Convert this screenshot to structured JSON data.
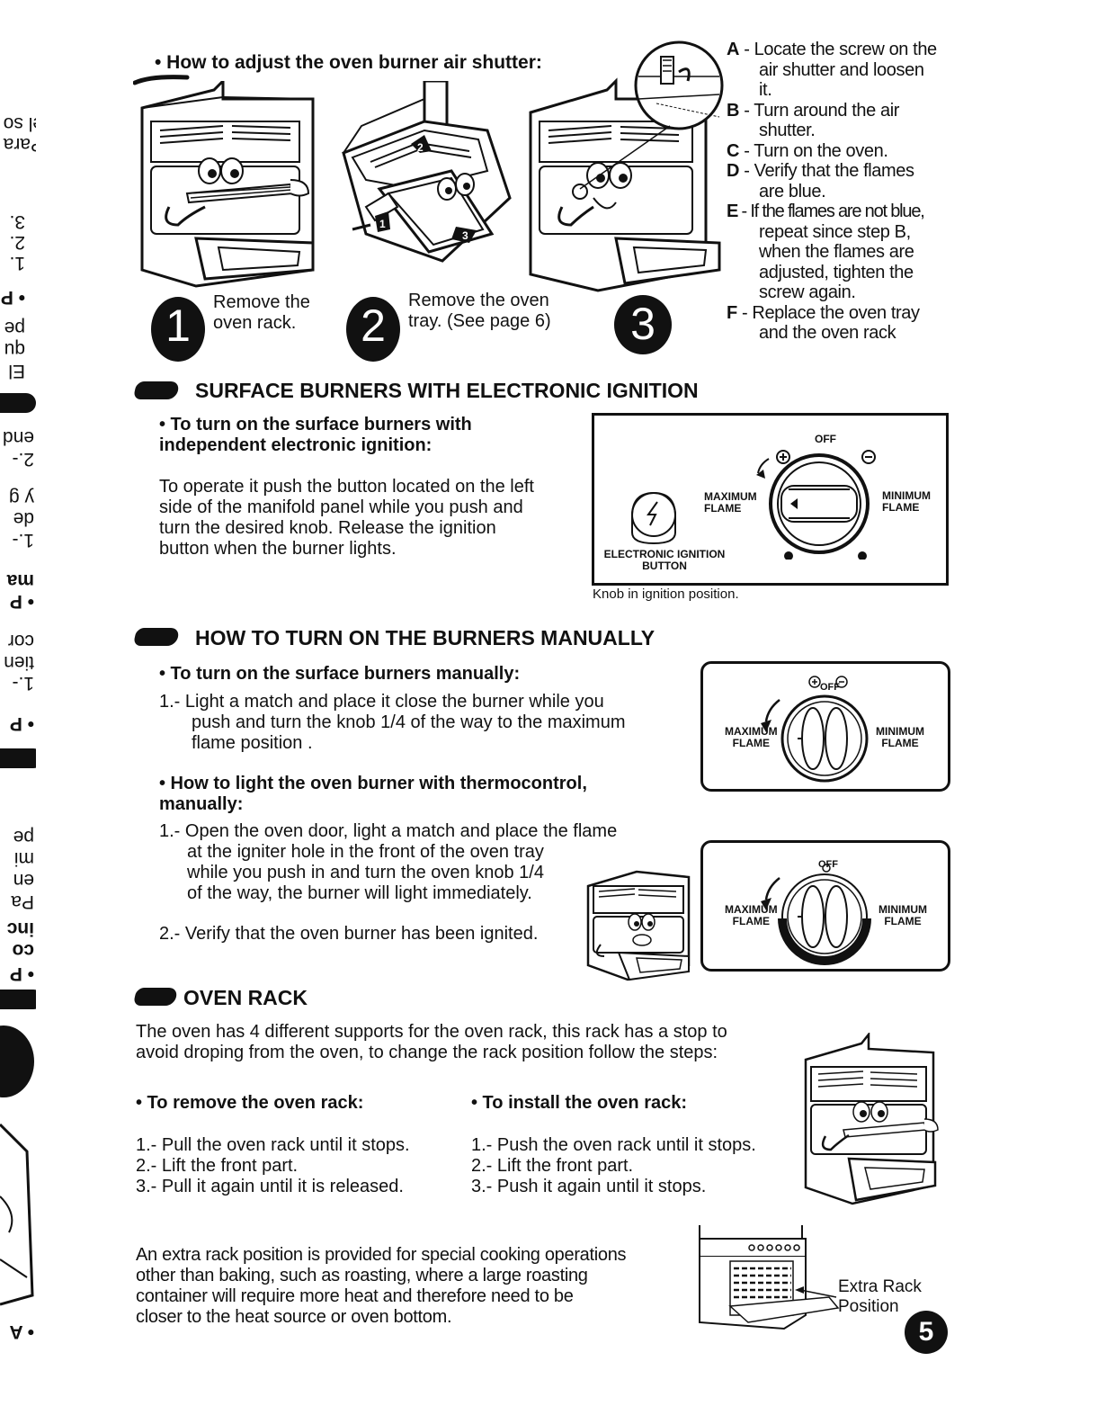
{
  "air_shutter": {
    "heading": "• How to adjust the oven burner air shutter:",
    "steps": [
      {
        "num": "1",
        "text_line1": "Remove the",
        "text_line2": "oven rack."
      },
      {
        "num": "2",
        "text_line1": "Remove the oven",
        "text_line2": "tray. (See page 6)"
      },
      {
        "num": "3",
        "text_line1": "",
        "text_line2": ""
      }
    ],
    "instructions": [
      {
        "letter": "A",
        "lines": [
          " - Locate the screw on the",
          "air shutter and loosen",
          "it."
        ]
      },
      {
        "letter": "B",
        "lines": [
          " - Turn around the air",
          "shutter."
        ]
      },
      {
        "letter": "C",
        "lines": [
          " - Turn on the oven."
        ]
      },
      {
        "letter": "D",
        "lines": [
          " - Verify that the flames",
          "are blue."
        ]
      },
      {
        "letter": "E",
        "lines": [
          " - If the flames are not blue,",
          "repeat since step B,",
          "when the flames are",
          "adjusted, tighten the",
          "screw again."
        ]
      },
      {
        "letter": "F",
        "lines": [
          " - Replace the oven tray",
          "and the oven rack"
        ]
      }
    ],
    "illustration_marks": [
      "2",
      "1",
      "3"
    ]
  },
  "surface_electronic": {
    "title": "SURFACE BURNERS WITH ELECTRONIC IGNITION",
    "sub_line1": "• To turn on the surface burners with",
    "sub_line2": "independent electronic ignition:",
    "body": [
      "To operate it push the button located on the left",
      "side of the manifold panel while you push and",
      "turn the desired knob. Release the ignition",
      "button when the burner lights."
    ],
    "diagram": {
      "off": "OFF",
      "max_line1": "MAXIMUM",
      "max_line2": "FLAME",
      "min_line1": "MINIMUM",
      "min_line2": "FLAME",
      "btn_line1": "ELECTRONIC IGNITION",
      "btn_line2": "BUTTON"
    },
    "caption": "Knob in ignition position."
  },
  "manual": {
    "title": "HOW TO TURN ON THE BURNERS MANUALLY",
    "sub1": "• To turn on the surface burners manually:",
    "sub1_step_line1": "1.- Light a match and place it close the burner while you",
    "sub1_step_line2": "push and turn the knob 1/4 of the way to the maximum",
    "sub1_step_line3": "flame position .",
    "sub2_line1": "• How to light the oven burner with thermocontrol,",
    "sub2_line2": "manually:",
    "sub2_step1": [
      "1.- Open the oven door, light a match and place the flame",
      "at the igniter hole in the front of the oven tray",
      "while you push in and turn the oven knob 1/4",
      "of the way, the burner will light immediately."
    ],
    "sub2_step2": "2.- Verify that the oven burner has been ignited.",
    "knob1": {
      "off": "OFF",
      "max_line1": "MAXIMUM",
      "max_line2": "FLAME",
      "min_line1": "MINIMUM",
      "min_line2": "FLAME"
    },
    "knob2": {
      "off": "OFF",
      "max_line1": "MAXIMUM",
      "max_line2": "FLAME",
      "min_line1": "MINIMUM",
      "min_line2": "FLAME"
    }
  },
  "oven_rack": {
    "title": "OVEN RACK",
    "intro_line1": "The oven has 4 different supports for the oven rack, this rack has a stop to",
    "intro_line2": "avoid droping from the oven, to change the rack position follow the steps:",
    "remove_title": "• To remove the oven rack:",
    "remove_steps": [
      "1.- Pull the oven rack until it stops.",
      "2.- Lift the front part.",
      "3.- Pull it again until it is released."
    ],
    "install_title": "• To install the oven rack:",
    "install_steps": [
      "1.- Push the oven rack until it stops.",
      "2.- Lift the front part.",
      "3.- Push it again until it stops."
    ],
    "extra": [
      "An extra rack position is provided for special cooking operations",
      "other than baking, such as roasting, where a large roasting",
      "container will require more heat and therefore need to be",
      "closer to the heat source or oven bottom."
    ],
    "extra_label_line1": "Extra Rack",
    "extra_label_line2": "Position"
  },
  "page_number": "5",
  "left_margin_mirror": [
    "el so",
    "Para",
    "3.",
    "2.",
    "1.",
    "• P",
    "pe",
    "qu",
    "El",
    "end",
    "2.-",
    "y g",
    "de",
    "1.-",
    "ma",
    "• P",
    "cor",
    "tien",
    "1.-",
    "• P",
    "pe",
    "mi",
    "en",
    "Pa",
    "inc",
    "co",
    "• P",
    "• A"
  ]
}
